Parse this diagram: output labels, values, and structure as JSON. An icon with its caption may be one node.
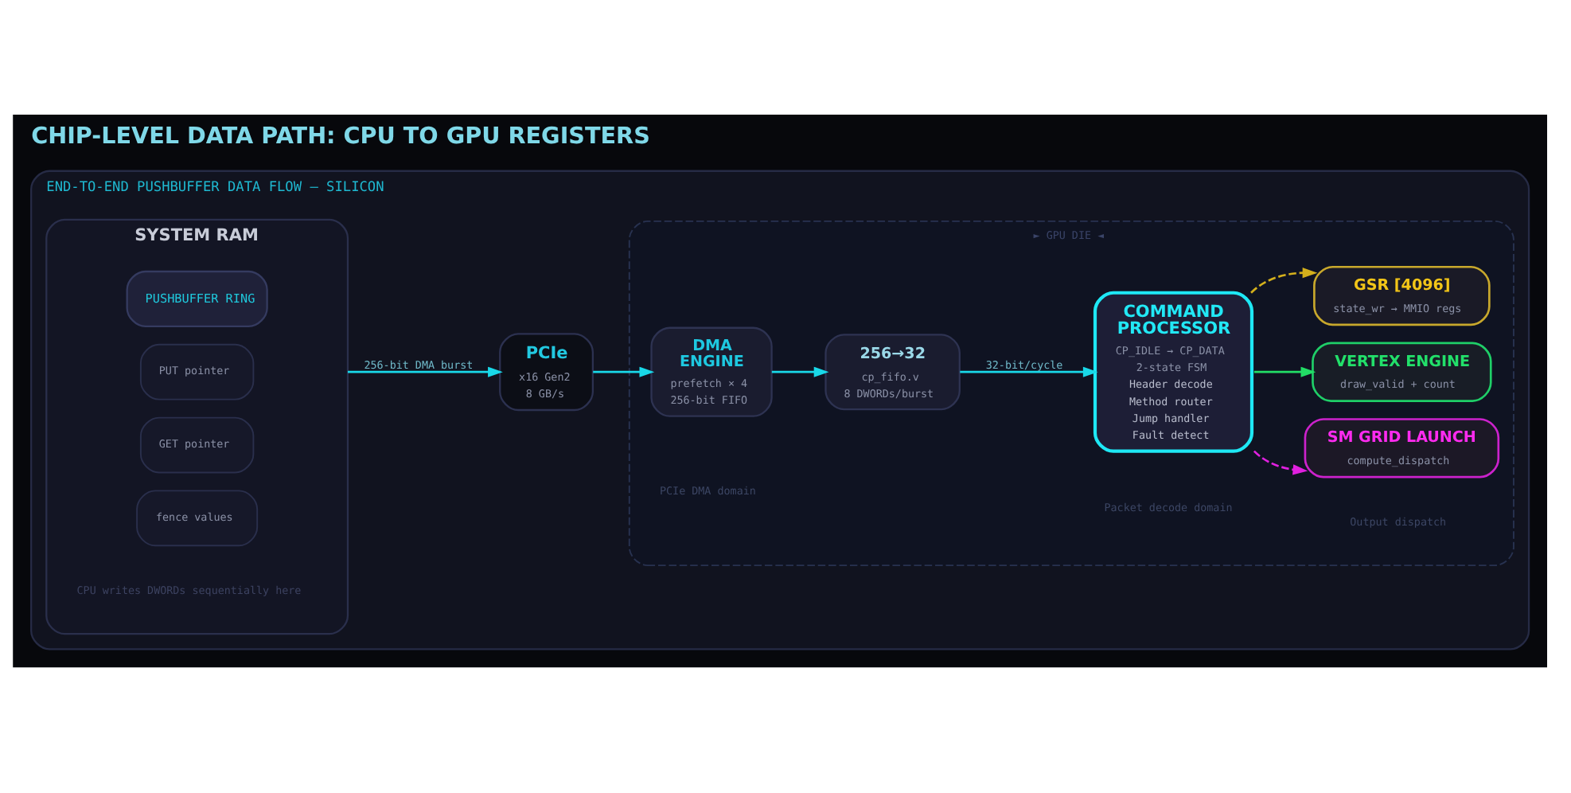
{
  "diagram": {
    "title": "CHIP-LEVEL DATA PATH: CPU TO GPU REGISTERS",
    "nodes": [
      {
        "text": [
          "END-TO-END PUSHBUFFER DATA FLOW — SILICON"
        ]
      },
      {
        "text": [
          "SYSTEM RAM",
          "CPU writes DWORDs sequentially here"
        ],
        "in": 0
      },
      {
        "text": [
          "PUSHBUFFER RING"
        ],
        "in": 1
      },
      {
        "text": [
          "PUT pointer"
        ],
        "in": 1
      },
      {
        "text": [
          "GET pointer"
        ],
        "in": 1
      },
      {
        "text": [
          "fence values"
        ],
        "in": 1
      },
      {
        "text": [
          "PCIe",
          "x16 Gen2",
          "8 GB/s"
        ],
        "in": 0
      },
      {
        "text": [
          "► GPU DIE ◄"
        ],
        "in": 0
      },
      {
        "text": [
          "DMA ENGINE",
          "prefetch × 4",
          "256-bit FIFO"
        ],
        "in": 7
      },
      {
        "text": [
          "256→32",
          "cp_fifo.v",
          "8 DWORDs/burst"
        ],
        "in": 7
      },
      {
        "text": [
          "COMMAND PROCESSOR",
          "CP_IDLE → CP_DATA",
          "2-state FSM",
          "Header decode",
          "Method router",
          "Jump handler",
          "Fault detect"
        ],
        "in": 7
      },
      {
        "text": [
          "GSR [4096]",
          "state_wr → MMIO regs"
        ],
        "in": 7
      },
      {
        "text": [
          "VERTEX ENGINE",
          "draw_valid + count"
        ],
        "in": 7
      },
      {
        "text": [
          "SM GRID LAUNCH",
          "compute_dispatch"
        ],
        "in": 7
      }
    ],
    "edges": [
      {
        "from": 1,
        "to": 6,
        "arrow": "to",
        "label": "256-bit DMA burst"
      },
      {
        "from": 6,
        "to": 8,
        "arrow": "to"
      },
      {
        "from": 8,
        "to": 9,
        "arrow": "to"
      },
      {
        "from": 9,
        "to": 10,
        "arrow": "to",
        "label": "32-bit/cycle"
      },
      {
        "from": 10,
        "to": 11,
        "arrow": "to",
        "style": "dashed",
        "color": "#d4b01c"
      },
      {
        "from": 10,
        "to": 12,
        "arrow": "to",
        "color": "#22dd66"
      },
      {
        "from": 10,
        "to": 13,
        "arrow": "to",
        "style": "dashed",
        "color": "#e020e0"
      }
    ],
    "labels": [
      "PCIe DMA domain",
      "Packet decode domain",
      "Output dispatch"
    ]
  }
}
